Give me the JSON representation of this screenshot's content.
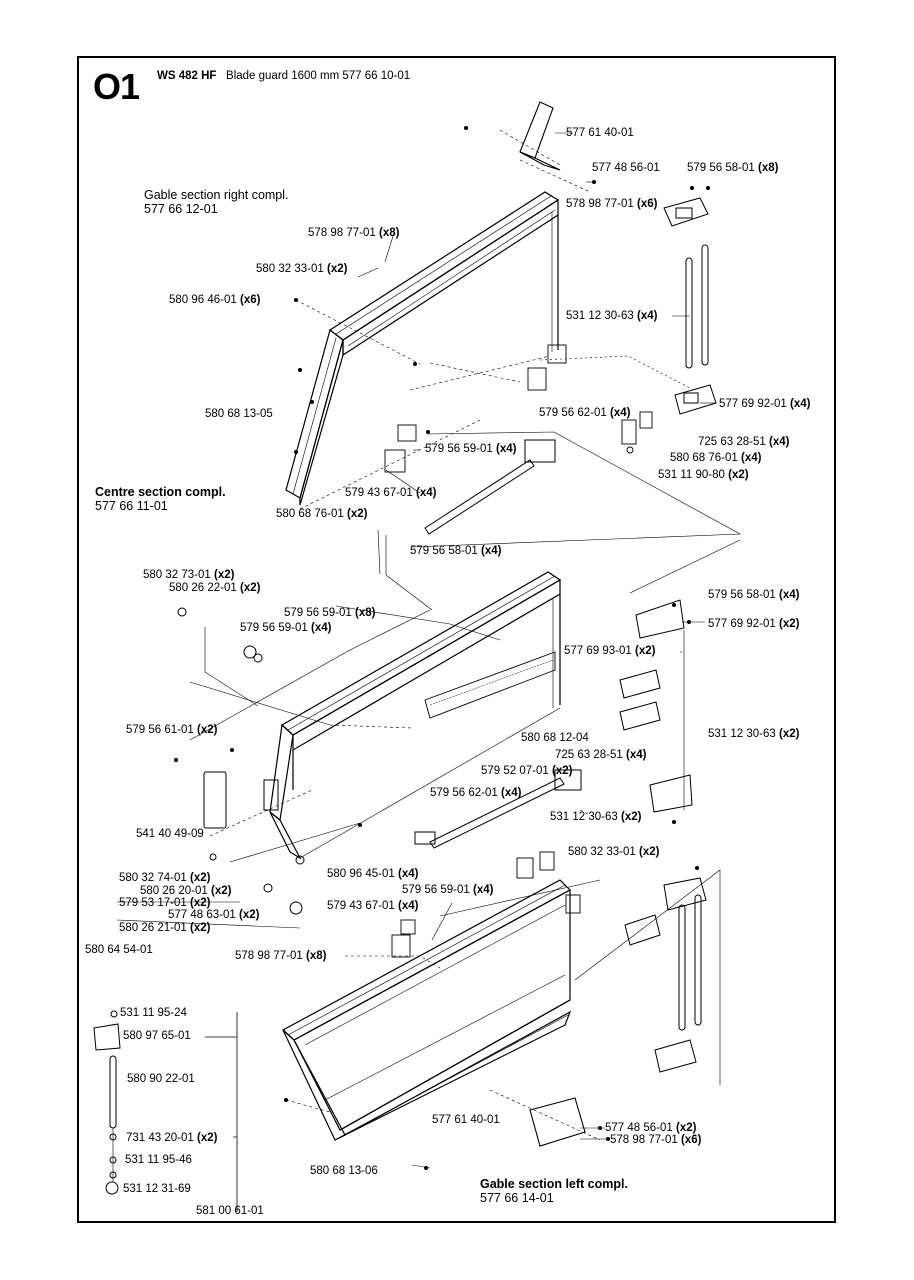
{
  "page_code": "O1",
  "model": "WS 482 HF",
  "heading": "Blade guard 1600 mm",
  "heading_part": "577 66 10-01",
  "sections": {
    "gable_right": {
      "title": "Gable section right compl.",
      "part": "577 66 12-01"
    },
    "centre": {
      "title": "Centre section compl.",
      "part": "577 66 11-01"
    },
    "gable_left": {
      "title": "Gable section left compl.",
      "part": "577 66 14-01"
    }
  },
  "parts": [
    {
      "id": "p01",
      "num": "577 61 40-01",
      "qty": ""
    },
    {
      "id": "p02",
      "num": "577 48 56-01",
      "qty": ""
    },
    {
      "id": "p03",
      "num": "579 56 58-01",
      "qty": "(x8)"
    },
    {
      "id": "p04",
      "num": "578 98 77-01",
      "qty": "(x6)"
    },
    {
      "id": "p05",
      "num": "578 98 77-01",
      "qty": "(x8)"
    },
    {
      "id": "p06",
      "num": "580 32 33-01",
      "qty": "(x2)"
    },
    {
      "id": "p07",
      "num": "580 96 46-01",
      "qty": "(x6)"
    },
    {
      "id": "p08",
      "num": "531 12 30-63",
      "qty": "(x4)"
    },
    {
      "id": "p09",
      "num": "577 69 92-01",
      "qty": "(x4)"
    },
    {
      "id": "p10",
      "num": "579 56 62-01",
      "qty": "(x4)"
    },
    {
      "id": "p11",
      "num": "725 63 28-51",
      "qty": "(x4)"
    },
    {
      "id": "p12",
      "num": "580 68 76-01",
      "qty": "(x4)"
    },
    {
      "id": "p13",
      "num": "531 11 90-80",
      "qty": "(x2)"
    },
    {
      "id": "p14",
      "num": "580 68 13-05",
      "qty": ""
    },
    {
      "id": "p15",
      "num": "579 56 59-01",
      "qty": "(x4)"
    },
    {
      "id": "p16",
      "num": "579 43 67-01",
      "qty": "(x4)"
    },
    {
      "id": "p17",
      "num": "580 68 76-01",
      "qty": "(x2)"
    },
    {
      "id": "p18",
      "num": "579 56 58-01",
      "qty": "(x4)"
    },
    {
      "id": "p19",
      "num": "580 32 73-01",
      "qty": "(x2)"
    },
    {
      "id": "p20",
      "num": "580 26 22-01",
      "qty": "(x2)"
    },
    {
      "id": "p21",
      "num": "579 56 59-01",
      "qty": "(x8)"
    },
    {
      "id": "p22",
      "num": "579 56 59-01",
      "qty": "(x4)"
    },
    {
      "id": "p23",
      "num": "579 56 58-01",
      "qty": "(x4)"
    },
    {
      "id": "p24",
      "num": "577 69 92-01",
      "qty": "(x2)"
    },
    {
      "id": "p25",
      "num": "577 69 93-01",
      "qty": "(x2)"
    },
    {
      "id": "p26",
      "num": "579 56 61-01",
      "qty": "(x2)"
    },
    {
      "id": "p27",
      "num": "531 12 30-63",
      "qty": "(x2)"
    },
    {
      "id": "p28",
      "num": "580 68 12-04",
      "qty": ""
    },
    {
      "id": "p29",
      "num": "725 63 28-51",
      "qty": "(x4)"
    },
    {
      "id": "p30",
      "num": "579 52 07-01",
      "qty": "(x2)"
    },
    {
      "id": "p31",
      "num": "579 56 62-01",
      "qty": "(x4)"
    },
    {
      "id": "p32",
      "num": "531 12 30-63",
      "qty": "(x2)"
    },
    {
      "id": "p33",
      "num": "541 40 49-09",
      "qty": ""
    },
    {
      "id": "p34",
      "num": "580 32 33-01",
      "qty": "(x2)"
    },
    {
      "id": "p35",
      "num": "580 32 74-01",
      "qty": "(x2)"
    },
    {
      "id": "p36",
      "num": "580 96 45-01",
      "qty": "(x4)"
    },
    {
      "id": "p37",
      "num": "580 26 20-01",
      "qty": "(x2)"
    },
    {
      "id": "p38",
      "num": "579 56 59-01",
      "qty": "(x4)"
    },
    {
      "id": "p39",
      "num": "579 53 17-01",
      "qty": "(x2)"
    },
    {
      "id": "p40",
      "num": "579 43 67-01",
      "qty": "(x4)"
    },
    {
      "id": "p41",
      "num": "577 48 63-01",
      "qty": "(x2)"
    },
    {
      "id": "p42",
      "num": "580 26 21-01",
      "qty": "(x2)"
    },
    {
      "id": "p43",
      "num": "580 64 54-01",
      "qty": ""
    },
    {
      "id": "p44",
      "num": "578 98 77-01",
      "qty": "(x8)"
    },
    {
      "id": "p45",
      "num": "531 11 95-24",
      "qty": ""
    },
    {
      "id": "p46",
      "num": "580 97 65-01",
      "qty": ""
    },
    {
      "id": "p47",
      "num": "580 90 22-01",
      "qty": ""
    },
    {
      "id": "p48",
      "num": "731 43 20-01",
      "qty": "(x2)"
    },
    {
      "id": "p49",
      "num": "531 11 95-46",
      "qty": ""
    },
    {
      "id": "p50",
      "num": "531 12 31-69",
      "qty": ""
    },
    {
      "id": "p51",
      "num": "581 00 61-01",
      "qty": ""
    },
    {
      "id": "p52",
      "num": "577 61 40-01",
      "qty": ""
    },
    {
      "id": "p53",
      "num": "577 48 56-01",
      "qty": "(x2)"
    },
    {
      "id": "p54",
      "num": "578 98 77-01",
      "qty": "(x6)"
    },
    {
      "id": "p55",
      "num": "580 68 13-06",
      "qty": ""
    }
  ]
}
